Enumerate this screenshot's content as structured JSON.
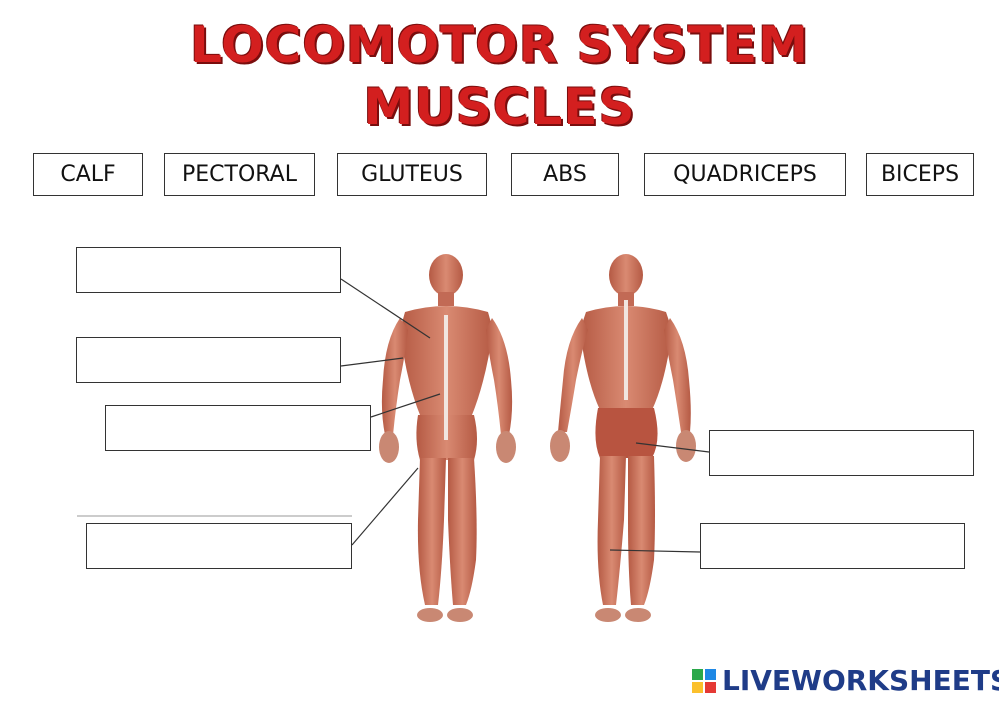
{
  "header": {
    "title_line1": "LOCOMOTOR SYSTEM",
    "title_line2": "MUSCLES"
  },
  "word_bank": [
    "CALF",
    "PECTORAL",
    "GLUTEUS",
    "ABS",
    "QUADRICEPS",
    "BICEPS"
  ],
  "answers": [
    "",
    "",
    "",
    "",
    "",
    ""
  ],
  "footer": {
    "brand": "LIVEWORKSHEETS"
  },
  "colors": {
    "title": "#d31f1f",
    "muscle": "#c96a52",
    "brand": "#1f3c88"
  }
}
